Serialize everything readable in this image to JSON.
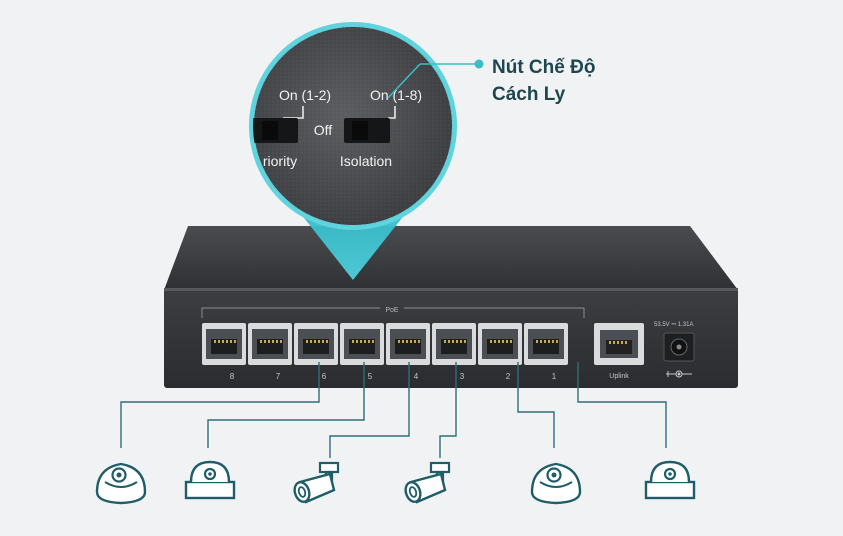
{
  "callout": {
    "line1": "Nút Chế Độ",
    "line2": "Cách Ly"
  },
  "zoom": {
    "priority_on": "On (1-2)",
    "isolation_on": "On (1-8)",
    "off": "Off",
    "priority_label": "riority",
    "isolation_label": "Isolation"
  },
  "switch": {
    "poe_label": "PoE",
    "power_rating": "53.5V ⎓ 1.31A",
    "uplink_label": "Uplink",
    "ports": [
      "8",
      "7",
      "6",
      "5",
      "4",
      "3",
      "2",
      "1"
    ]
  },
  "devices": [
    {
      "kind": "dome-camera-icon"
    },
    {
      "kind": "ceiling-dome-camera-icon"
    },
    {
      "kind": "bullet-camera-icon"
    },
    {
      "kind": "bullet-camera-icon"
    },
    {
      "kind": "dome-camera-icon"
    },
    {
      "kind": "ceiling-dome-camera-icon"
    }
  ],
  "colors": {
    "accent": "#3bbdc8",
    "line": "#2f6d78",
    "device_stroke": "#1f5d69",
    "switch_body": "#3a3c3f",
    "background": "#f1f2f3"
  }
}
